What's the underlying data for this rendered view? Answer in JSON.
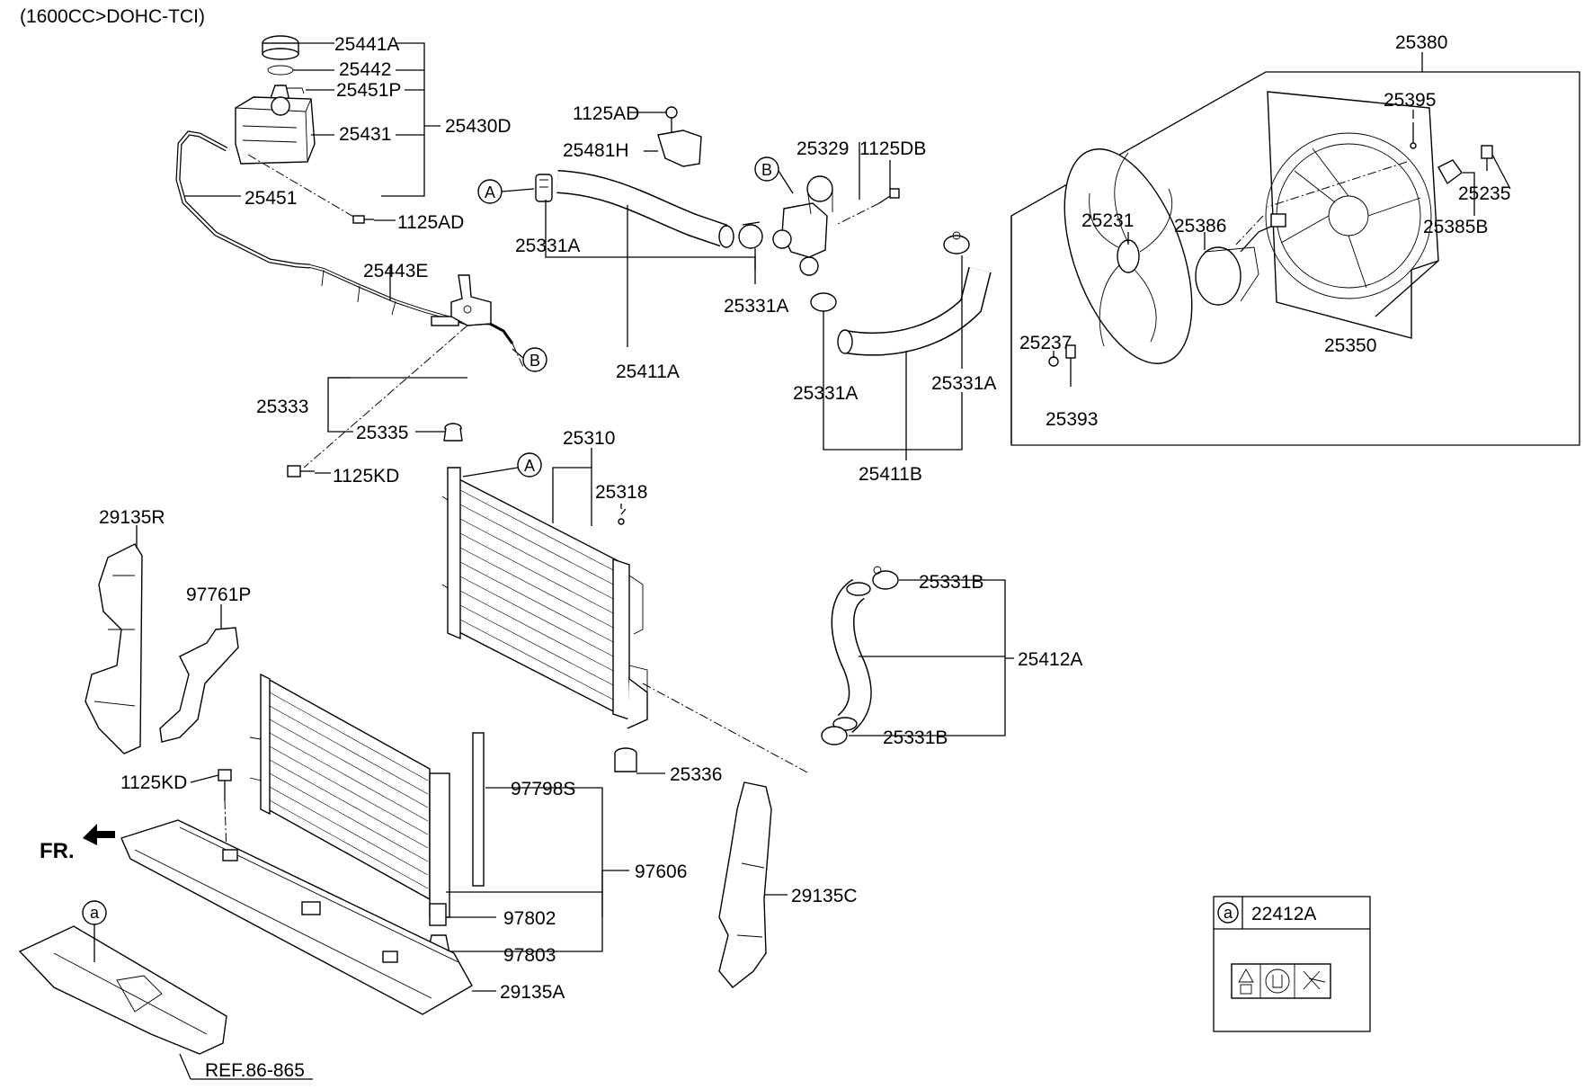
{
  "header": {
    "engine_note": "(1600CC>DOHC-TCI)"
  },
  "labels": {
    "p25441A": "25441A",
    "p25442": "25442",
    "p25451P": "25451P",
    "p25431": "25431",
    "p25430D": "25430D",
    "p25451": "25451",
    "p1125AD_a": "1125AD",
    "p25443E": "25443E",
    "p25333": "25333",
    "p25335": "25335",
    "p1125KD_a": "1125KD",
    "p1125AD_b": "1125AD",
    "p25481H": "25481H",
    "p25331A_a": "25331A",
    "p25331A_b": "25331A",
    "p25411A": "25411A",
    "p25329": "25329",
    "p1125DB": "1125DB",
    "p25331A_c": "25331A",
    "p25331A_d": "25331A",
    "p25411B": "25411B",
    "p25380": "25380",
    "p25395": "25395",
    "p25235": "25235",
    "p25385B": "25385B",
    "p25231": "25231",
    "p25386": "25386",
    "p25237": "25237",
    "p25393": "25393",
    "p25350": "25350",
    "p25310": "25310",
    "p25318": "25318",
    "p25331B_a": "25331B",
    "p25412A": "25412A",
    "p25331B_b": "25331B",
    "p25336": "25336",
    "p29135R": "29135R",
    "p97761P": "97761P",
    "p1125KD_b": "1125KD",
    "fr": "FR.",
    "p97798S": "97798S",
    "p97606": "97606",
    "p97802": "97802",
    "p97803": "97803",
    "p29135C": "29135C",
    "p29135A": "29135A",
    "ref": "REF.86-865",
    "p22412A": "22412A"
  },
  "callouts": {
    "A": "A",
    "B": "B",
    "a": "a"
  },
  "legend_box": {
    "marker": "a",
    "part": "22412A"
  }
}
